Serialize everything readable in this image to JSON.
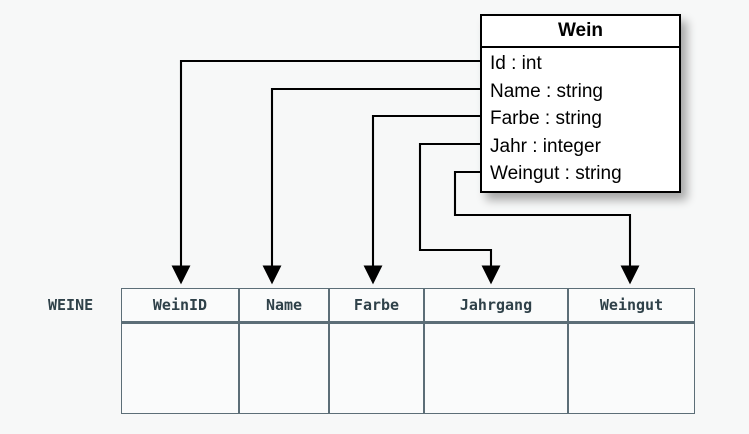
{
  "diagram": {
    "title_hidden": "",
    "uml_class": {
      "name": "Wein",
      "attributes": [
        "Id : int",
        "Name : string",
        "Farbe : string",
        "Jahr : integer",
        "Weingut : string"
      ]
    },
    "relational_table": {
      "label": "WEINE",
      "columns": [
        "WeinID",
        "Name",
        "Farbe",
        "Jahrgang",
        "Weingut"
      ],
      "rows": [
        [
          "",
          "",
          "",
          "",
          ""
        ]
      ]
    },
    "mappings": [
      {
        "from": "Id : int",
        "to": "WeinID"
      },
      {
        "from": "Name : string",
        "to": "Name"
      },
      {
        "from": "Farbe : string",
        "to": "Farbe"
      },
      {
        "from": "Jahr : integer",
        "to": "Jahrgang"
      },
      {
        "from": "Weingut : string",
        "to": "Weingut"
      }
    ],
    "colors": {
      "background": "#f7f8f8",
      "class_border": "#000000",
      "class_fill": "#ffffff",
      "table_border": "#5c6e77",
      "table_fill": "#fafbfb",
      "table_text": "#2f4149",
      "connector": "#000000"
    }
  }
}
